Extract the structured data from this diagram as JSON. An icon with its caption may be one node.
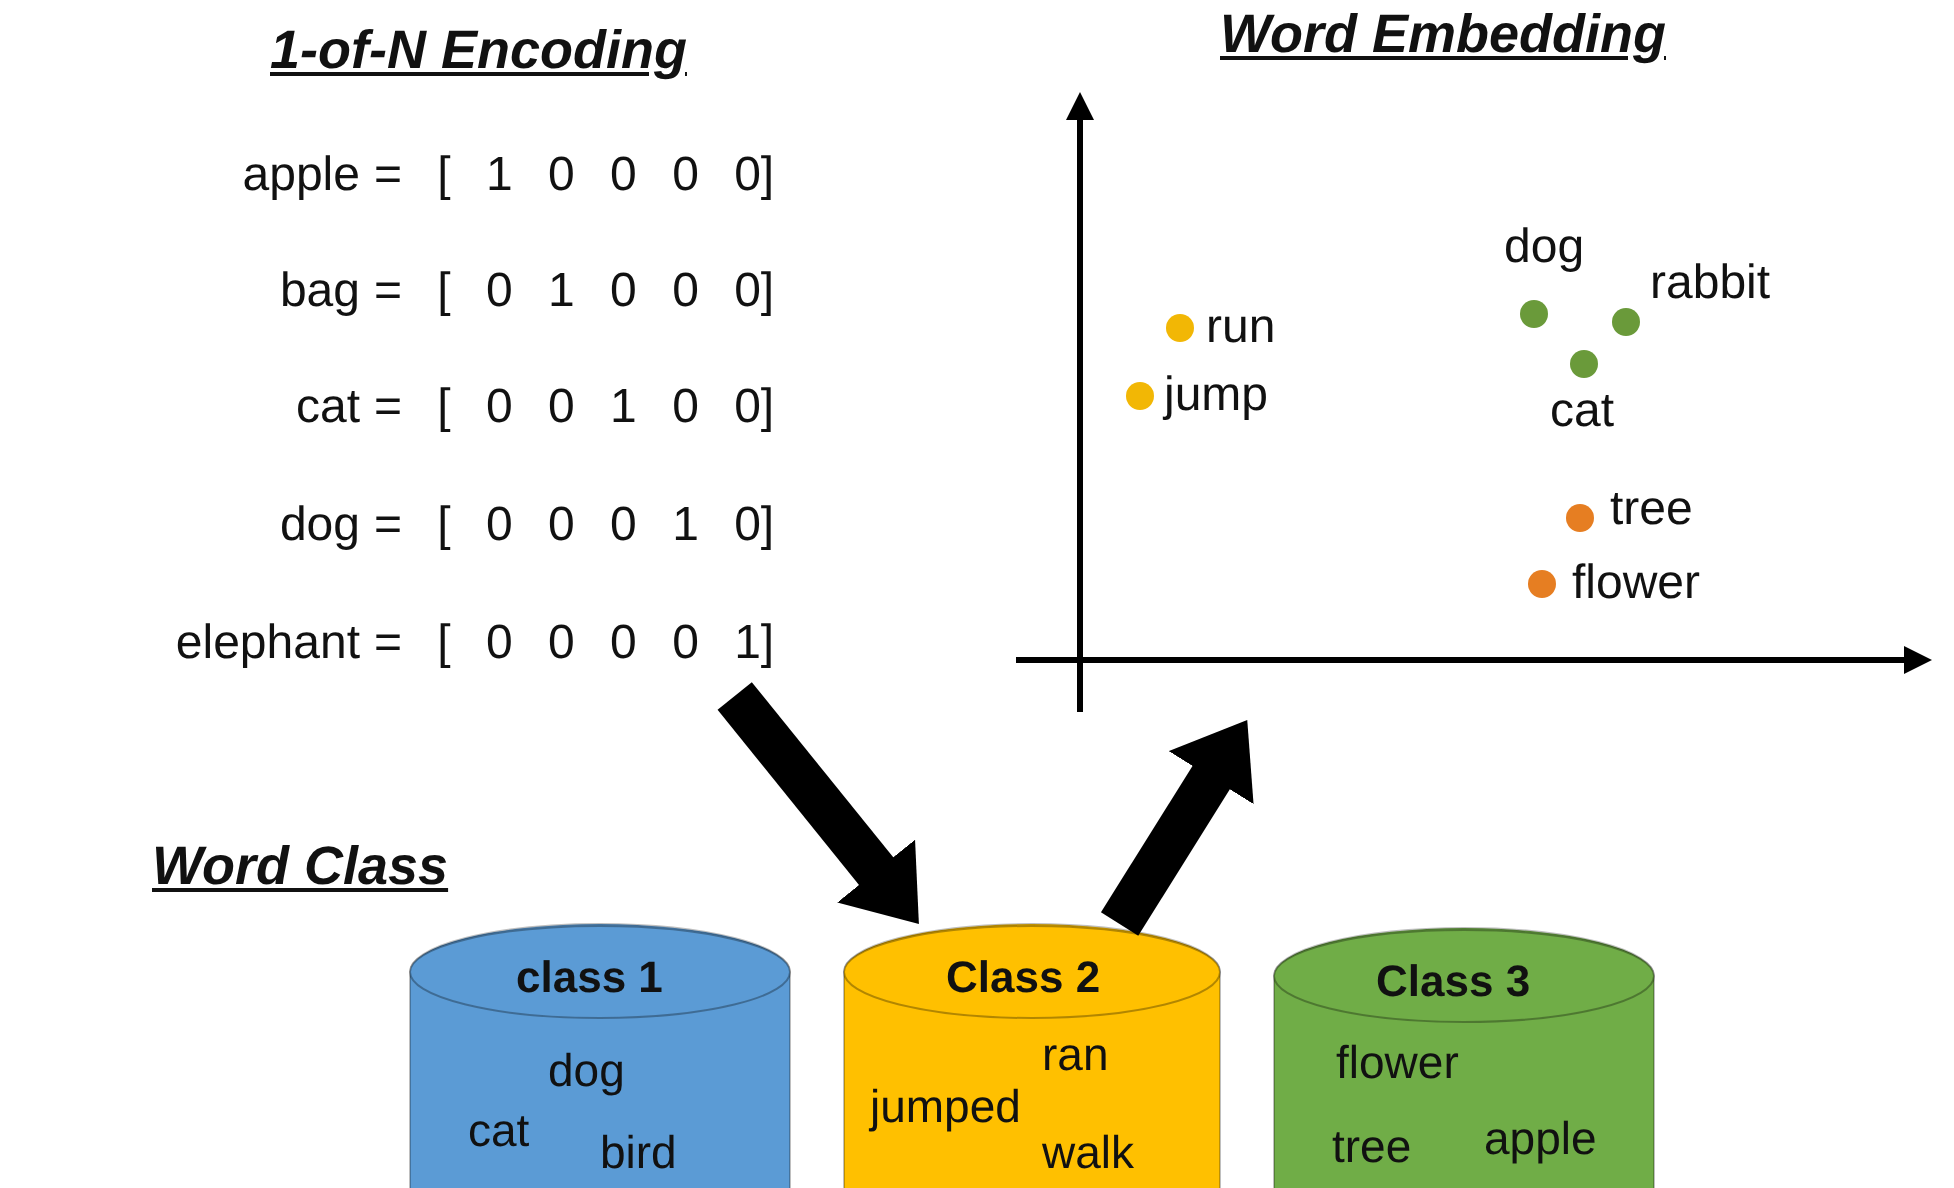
{
  "diagram": {
    "nodes": [
      {
        "text": [
          "1-of-N Encoding",
          "apple",
          "= [ 1 0 0 0 0]",
          "bag",
          "= [ 0 1 0 0 0]",
          "cat",
          "= [ 0 0 1 0 0]",
          "dog",
          "= [ 0 0 0 1 0]",
          "elephant",
          "= [ 0 0 0 0 1]"
        ]
      },
      {
        "text": [
          "Word Embedding"
        ]
      },
      {
        "text": [
          "class 1",
          "dog",
          "cat",
          "bird"
        ]
      },
      {
        "text": [
          "Class 2",
          "ran",
          "jumped",
          "walk"
        ]
      },
      {
        "text": [
          "Class 3",
          "flower",
          "tree",
          "apple"
        ]
      }
    ],
    "edges": [
      {
        "from": 0,
        "to": 3,
        "arrow": "to"
      },
      {
        "from": 3,
        "to": 1,
        "arrow": "to"
      }
    ],
    "labels": [
      "Word Class",
      "run",
      "jump",
      "dog",
      "rabbit",
      "cat",
      "tree",
      "flower"
    ]
  }
}
